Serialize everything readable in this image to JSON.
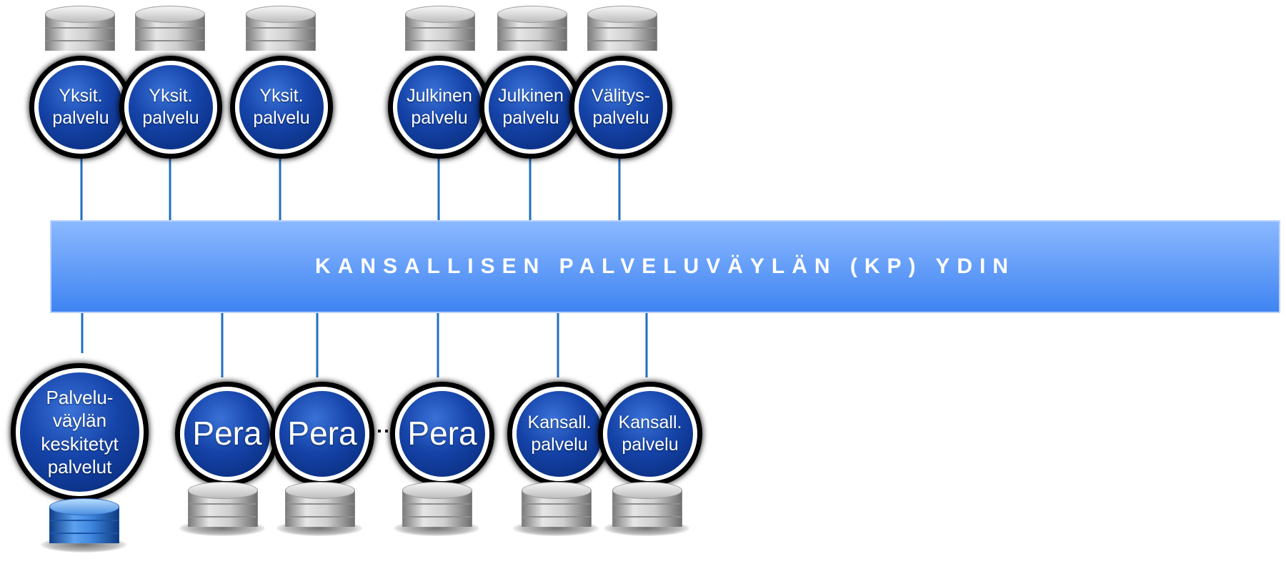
{
  "bus": {
    "title": "KANSALLISEN PALVELUVÄYLÄN (KP) YDIN",
    "color_top": "#8bb8ff",
    "color_bottom": "#3f84f2"
  },
  "top_nodes": [
    {
      "line1": "Yksit.",
      "line2": "palvelu"
    },
    {
      "line1": "Yksit.",
      "line2": "palvelu"
    },
    {
      "line1": "Yksit.",
      "line2": "palvelu"
    },
    {
      "line1": "Julkinen",
      "line2": "palvelu"
    },
    {
      "line1": "Julkinen",
      "line2": "palvelu"
    },
    {
      "line1": "Välitys-",
      "line2": "palvelu"
    }
  ],
  "bottom_nodes": [
    {
      "lines": [
        "Palvelu-",
        "väylän",
        "keskitetyt",
        "palvelut"
      ]
    },
    {
      "line1": "Pera"
    },
    {
      "line1": "Pera"
    },
    {
      "line1": "Pera"
    },
    {
      "line1": "Kansall.",
      "line2": "palvelu"
    },
    {
      "line1": "Kansall.",
      "line2": "palvelu"
    }
  ],
  "colors": {
    "node_fill": "#1543a8",
    "connector": "#1f6fbf",
    "central_database": "#4b8fe0",
    "database": "#cfcfcf"
  },
  "icons": [
    "database-icon"
  ]
}
